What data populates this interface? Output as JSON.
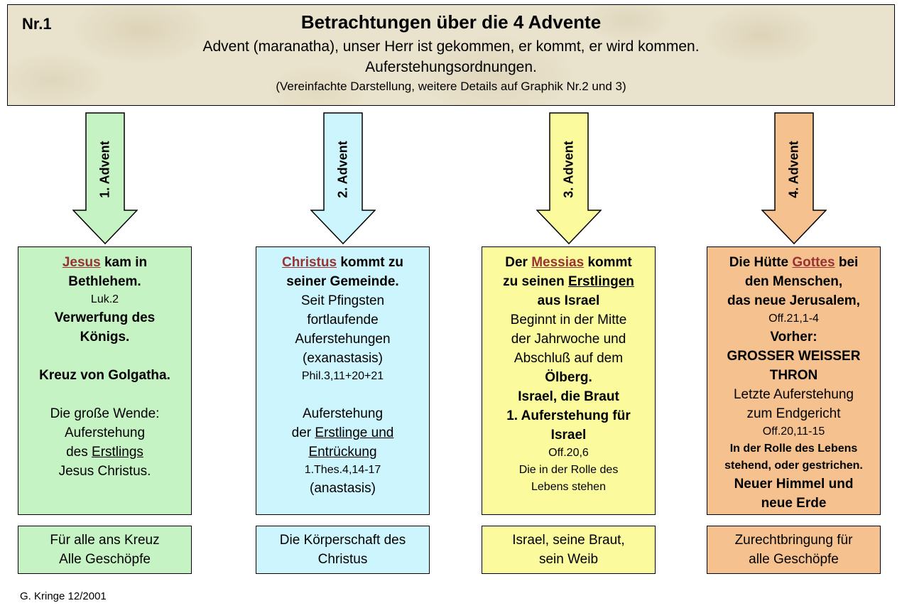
{
  "header": {
    "number": "Nr.1",
    "title": "Betrachtungen über die 4 Advente",
    "subtitle": "Advent (maranatha), unser Herr ist gekommen, er kommt, er wird kommen.",
    "subtitle2": "Auferstehungsordnungen.",
    "note": "(Vereinfachte Darstellung, weitere Details auf Graphik Nr.2 und 3)"
  },
  "colors": {
    "advent1": "#c6f3c3",
    "advent2": "#cdf5fd",
    "advent3": "#fbfa9d",
    "advent4": "#f5c28f",
    "emphasis": "#993333",
    "border": "#000000",
    "header_bg": "#e9e2cc"
  },
  "footer": {
    "credit": "G. Kringe 12/2001"
  },
  "columns": [
    {
      "arrow_label": "1. Advent",
      "main": [
        {
          "segments": [
            {
              "text": "Jesus",
              "bold": true,
              "underline": true,
              "red": true
            },
            {
              "text": " kam in",
              "bold": true
            }
          ]
        },
        {
          "segments": [
            {
              "text": "Bethlehem.",
              "bold": true
            }
          ]
        },
        {
          "size": "sm",
          "segments": [
            {
              "text": "Luk.2"
            }
          ]
        },
        {
          "segments": [
            {
              "text": "Verwerfung des",
              "bold": true
            }
          ]
        },
        {
          "segments": [
            {
              "text": "Königs.",
              "bold": true
            }
          ]
        },
        {
          "segments": []
        },
        {
          "segments": [
            {
              "text": "Kreuz von Golgatha.",
              "bold": true
            }
          ]
        },
        {
          "segments": []
        },
        {
          "segments": [
            {
              "text": "Die große Wende:"
            }
          ]
        },
        {
          "segments": [
            {
              "text": "Auferstehung"
            }
          ]
        },
        {
          "segments": [
            {
              "text": "des "
            },
            {
              "text": "Erstlings",
              "underline": true
            }
          ]
        },
        {
          "segments": [
            {
              "text": "Jesus Christus."
            }
          ]
        }
      ],
      "bottom": [
        {
          "segments": [
            {
              "text": "Für alle ans Kreuz"
            }
          ]
        },
        {
          "segments": [
            {
              "text": "Alle Geschöpfe"
            }
          ]
        }
      ]
    },
    {
      "arrow_label": "2. Advent",
      "main": [
        {
          "segments": [
            {
              "text": "Christus",
              "bold": true,
              "underline": true,
              "red": true
            },
            {
              "text": " kommt zu",
              "bold": true
            }
          ]
        },
        {
          "segments": [
            {
              "text": "seiner Gemeinde.",
              "bold": true
            }
          ]
        },
        {
          "segments": [
            {
              "text": "Seit Pfingsten"
            }
          ]
        },
        {
          "segments": [
            {
              "text": "fortlaufende"
            }
          ]
        },
        {
          "segments": [
            {
              "text": "Auferstehungen"
            }
          ]
        },
        {
          "segments": [
            {
              "text": "(exanastasis)"
            }
          ]
        },
        {
          "size": "sm",
          "segments": [
            {
              "text": "Phil.3,11+20+21"
            }
          ]
        },
        {
          "segments": []
        },
        {
          "segments": [
            {
              "text": "Auferstehung"
            }
          ]
        },
        {
          "segments": [
            {
              "text": "der "
            },
            {
              "text": "Erstlinge und",
              "underline": true
            }
          ]
        },
        {
          "segments": [
            {
              "text": "Entrückung",
              "underline": true
            }
          ]
        },
        {
          "size": "sm",
          "segments": [
            {
              "text": "1.Thes.4,14-17"
            }
          ]
        },
        {
          "segments": [
            {
              "text": "(anastasis)"
            }
          ]
        }
      ],
      "bottom": [
        {
          "segments": [
            {
              "text": "Die Körperschaft des"
            }
          ]
        },
        {
          "segments": [
            {
              "text": "Christus"
            }
          ]
        }
      ]
    },
    {
      "arrow_label": "3. Advent",
      "main": [
        {
          "segments": [
            {
              "text": "Der ",
              "bold": true
            },
            {
              "text": "Messias",
              "bold": true,
              "underline": true,
              "red": true
            },
            {
              "text": " kommt",
              "bold": true
            }
          ]
        },
        {
          "segments": [
            {
              "text": "zu seinen ",
              "bold": true
            },
            {
              "text": "Erstlingen",
              "bold": true,
              "underline": true
            }
          ]
        },
        {
          "segments": [
            {
              "text": "aus Israel",
              "bold": true
            }
          ]
        },
        {
          "segments": [
            {
              "text": "Beginnt in der Mitte"
            }
          ]
        },
        {
          "segments": [
            {
              "text": "der Jahrwoche und"
            }
          ]
        },
        {
          "segments": [
            {
              "text": "Abschluß auf dem"
            }
          ]
        },
        {
          "segments": [
            {
              "text": "Ölberg.",
              "bold": true
            }
          ]
        },
        {
          "segments": [
            {
              "text": "Israel, die Braut",
              "bold": true
            }
          ]
        },
        {
          "segments": [
            {
              "text": "1. Auferstehung für",
              "bold": true
            }
          ]
        },
        {
          "segments": [
            {
              "text": "Israel",
              "bold": true
            }
          ]
        },
        {
          "size": "sm",
          "segments": [
            {
              "text": "Off.20,6"
            }
          ]
        },
        {
          "size": "sm",
          "segments": [
            {
              "text": "Die in der Rolle des"
            }
          ]
        },
        {
          "size": "sm",
          "segments": [
            {
              "text": "Lebens stehen"
            }
          ]
        }
      ],
      "bottom": [
        {
          "segments": [
            {
              "text": "Israel, seine Braut,"
            }
          ]
        },
        {
          "segments": [
            {
              "text": "sein Weib"
            }
          ]
        }
      ]
    },
    {
      "arrow_label": "4. Advent",
      "main": [
        {
          "segments": [
            {
              "text": "Die Hütte ",
              "bold": true
            },
            {
              "text": "Gottes",
              "bold": true,
              "underline": true,
              "red": true
            },
            {
              "text": " bei",
              "bold": true
            }
          ]
        },
        {
          "segments": [
            {
              "text": "den Menschen,",
              "bold": true
            }
          ]
        },
        {
          "segments": [
            {
              "text": "das neue Jerusalem,",
              "bold": true
            }
          ]
        },
        {
          "size": "sm",
          "segments": [
            {
              "text": "Off.21,1-4"
            }
          ]
        },
        {
          "segments": [
            {
              "text": "Vorher:",
              "bold": true
            }
          ]
        },
        {
          "segments": [
            {
              "text": "GROSSER WEISSER",
              "bold": true
            }
          ]
        },
        {
          "segments": [
            {
              "text": "THRON",
              "bold": true
            }
          ]
        },
        {
          "segments": [
            {
              "text": "Letzte Auferstehung"
            }
          ]
        },
        {
          "segments": [
            {
              "text": "zum Endgericht"
            }
          ]
        },
        {
          "size": "sm",
          "segments": [
            {
              "text": "Off.20,11-15"
            }
          ]
        },
        {
          "size": "sm",
          "segments": [
            {
              "text": "In der Rolle des Lebens",
              "bold": true
            }
          ]
        },
        {
          "size": "sm",
          "segments": [
            {
              "text": "stehend, oder gestrichen.",
              "bold": true
            }
          ]
        },
        {
          "segments": [
            {
              "text": "Neuer Himmel und",
              "bold": true
            }
          ]
        },
        {
          "segments": [
            {
              "text": "neue Erde",
              "bold": true
            }
          ]
        }
      ],
      "bottom": [
        {
          "segments": [
            {
              "text": "Zurechtbringung für"
            }
          ]
        },
        {
          "segments": [
            {
              "text": "alle Geschöpfe"
            }
          ]
        }
      ]
    }
  ]
}
